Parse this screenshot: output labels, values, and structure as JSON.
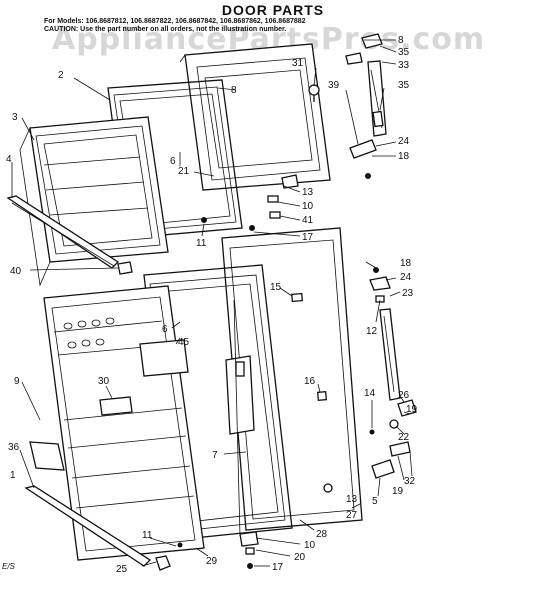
{
  "diagram": {
    "title": "DOOR PARTS",
    "models_line": "For Models: 106.8687812, 106.8687822, 106.8687842, 106.8687862, 106.8687882",
    "caution_line": "CAUTION: Use the part number on all orders, not the illustration number.",
    "watermark": "AppliancePartsPros.com",
    "code_mark": "E/S",
    "callouts": {
      "c1": "1",
      "c2": "2",
      "c3": "3",
      "c4": "4",
      "c5": "5",
      "c6a": "6",
      "c6b": "6",
      "c7": "7",
      "c8a": "8",
      "c8b": "8",
      "c9": "9",
      "c10a": "10",
      "c10b": "10",
      "c11a": "11",
      "c11b": "11",
      "c12": "12",
      "c13a": "13",
      "c13b": "13",
      "c14": "14",
      "c15": "15",
      "c16": "16",
      "c17a": "17",
      "c17b": "17",
      "c18a": "18",
      "c18b": "18",
      "c19a": "19",
      "c19b": "19",
      "c20": "20",
      "c21": "21",
      "c22": "22",
      "c23": "23",
      "c24a": "24",
      "c24b": "24",
      "c25": "25",
      "c26": "26",
      "c27": "27",
      "c28": "28",
      "c29": "29",
      "c30": "30",
      "c31": "31",
      "c32": "32",
      "c33": "33",
      "c35": "35",
      "c36": "36",
      "c39": "39",
      "c40": "40",
      "c41": "41",
      "c45": "45"
    }
  }
}
